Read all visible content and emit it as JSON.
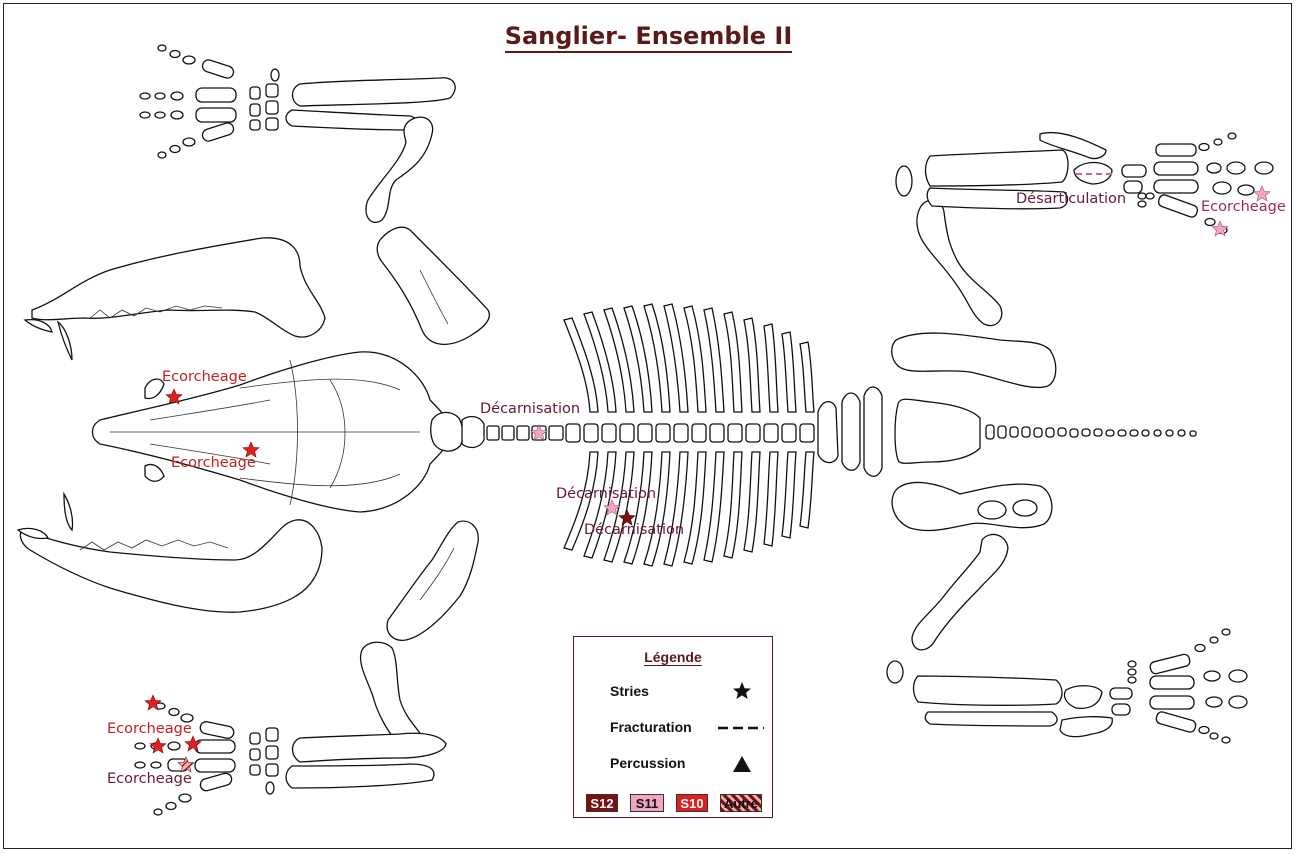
{
  "title": "Sanglier- Ensemble II",
  "annotations": {
    "skull_upper": "Ecorcheage",
    "skull_lower": "Ecorcheage",
    "vertebra": "Décarnisation",
    "rib_1": "Décarnisation",
    "rib_2": "Décarnisation",
    "hind_upper_joint": "Désarticulation",
    "hind_upper_foot": "Ecorcheage",
    "front_lower_foot_1": "Ecorcheage",
    "front_lower_foot_2": "Ecorcheage"
  },
  "legend": {
    "title": "Légende",
    "items": [
      {
        "label": "Stries",
        "symbol": "star-icon"
      },
      {
        "label": "Fracturation",
        "symbol": "dashed-line-icon"
      },
      {
        "label": "Percussion",
        "symbol": "triangle-icon"
      }
    ],
    "samples": [
      {
        "label": "S12",
        "color": "#7a1010"
      },
      {
        "label": "S11",
        "color": "#f3a3c4"
      },
      {
        "label": "S10",
        "color": "#e02020"
      },
      {
        "label": "Autre",
        "color": "hatched"
      }
    ]
  },
  "colors": {
    "S12": "#7a1010",
    "S11": "#f3a3c4",
    "S10": "#e02020",
    "text_dark_red": "#5a1a1a",
    "annotation_red": "#c81e1e",
    "annotation_dark": "#6a1a2a"
  }
}
